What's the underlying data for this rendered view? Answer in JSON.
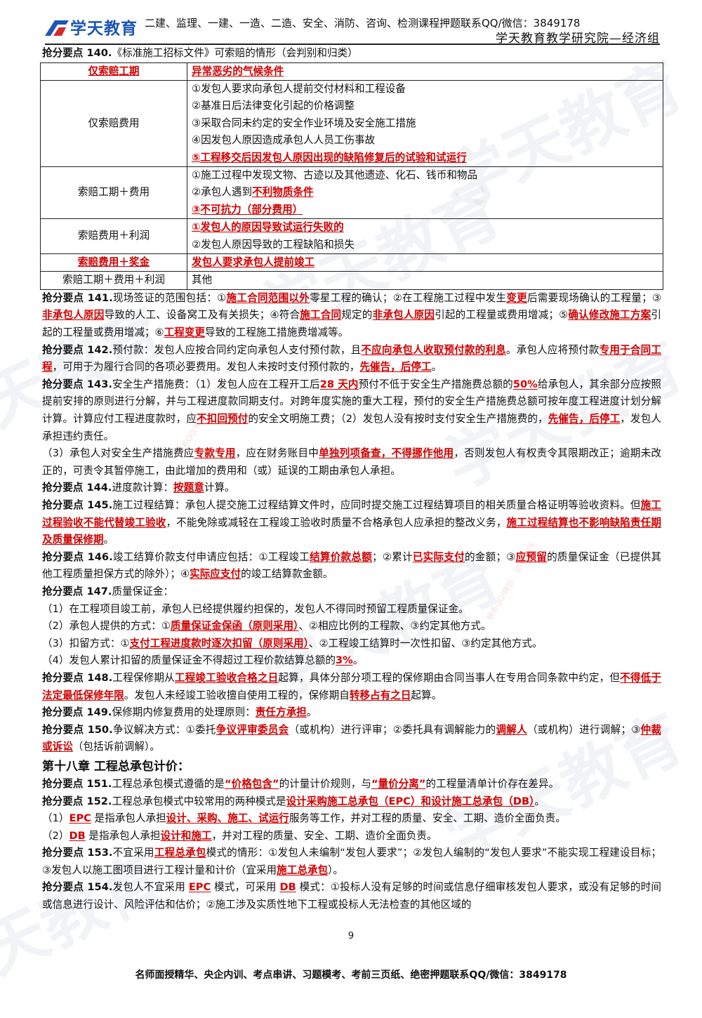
{
  "header": {
    "logo_text": "学天教育",
    "courses_line": "二建、监理、一建、一造、二造、安全、消防、咨询、检测课程押题联系QQ/微信：3849178",
    "org": "学天教育教学研究院—经济组"
  },
  "watermark": {
    "text": "学天教育",
    "contact": "联系QQ/微信：3849178"
  },
  "p140": {
    "kp": "抢分要点 140.",
    "text": "《标准施工招标文件》可索赔的情形（会判别和归类）"
  },
  "table": {
    "row1": {
      "category": "仅索赔工期",
      "content": "异常恶劣的气候条件"
    },
    "row2": {
      "category": "仅索赔费用",
      "line1": "①发包人要求向承包人提前交付材料和工程设备",
      "line2": "②基准日后法律变化引起的价格调整",
      "line3": "③采取合同未约定的安全作业环境及安全施工措施",
      "line4": "④因发包人原因造成承包人人员工伤事故",
      "line5_num": "⑤",
      "line5_hl": "工程移交后因发包人原因出现的缺陷修复后的试验和试运行"
    },
    "row3": {
      "category": "索赔工期＋费用",
      "line1": "①施工过程中发现文物、古迹以及其他遗迹、化石、钱币和物品",
      "line2_a": "②承包人遇到",
      "line2_hl": "不利物质条件",
      "line3_num": "③",
      "line3_hl": "不可抗力（部分费用）"
    },
    "row4": {
      "category": "索赔费用＋利润",
      "line1_num": "①",
      "line1_hl": "发包人的原因导致试运行失败的",
      "line2": "②发包人原因导致的工程缺陷和损失"
    },
    "row5": {
      "category": "索赔费用＋奖金",
      "content": "发包人要求承包人提前竣工"
    },
    "row6": {
      "category": "索赔工期＋费用＋利润",
      "content": "其他"
    }
  },
  "p141": {
    "kp": "抢分要点 141.",
    "t1": "现场签证的范围包括：①",
    "h1": "施工合同范围以外",
    "t2": "零星工程的确认；②在工程施工过程中发生",
    "h2": "变更",
    "t3": "后需要现场确认的工程量；③",
    "h3": "非承包人原因",
    "t4": "导致的人工、设备窝工及有关损失；④符合",
    "h4": "施工合同",
    "t5": "规定的",
    "h5": "非承包人原因",
    "t6": "引起的工程量或费用增减；⑤",
    "h6": "确认修改施工方案",
    "t7": "引起的工程量或费用增减；⑥",
    "h7": "工程变更",
    "t8": "导致的工程施工措施费增减等。"
  },
  "p142": {
    "kp": "抢分要点 142.",
    "t1": "预付款：发包人应按合同约定向承包人支付预付款，且",
    "h1": "不应向承包人收取预付款的利息",
    "t2": "。承包人应将预付款",
    "h2": "专用于合同工程",
    "t3": "，可用于为履行合同的各项必要费用。发包人未按时支付预付款的，",
    "h3": "先催告，后停工",
    "t4": "。"
  },
  "p143": {
    "kp": "抢分要点 143.",
    "t1": "安全生产措施费：（1）发包人应在工程开工后",
    "h1": "28 天内",
    "t2": "预付不低于安全生产措施费总额的",
    "h2": "50%",
    "t3": "给承包人，其余部分应按照提前安排的原则进行分解，并与工程进度款同期支付。对跨年度实施的重大工程，预付的安全生产措施费总额可按年度工程进度计划分解计算。计算应付工程进度款时，应",
    "h3": "不扣回预付",
    "t4": "的安全文明施工费；（2）发包人没有按时支付安全生产措施费的，",
    "h4": "先催告，后停工",
    "t5": "，发包人承担违约责任。",
    "s1": "（3）承包人对安全生产措施费应",
    "sh1": "专款专用",
    "s2": "，应在财务账目中",
    "sh2": "单独列项备查，不得挪作他用",
    "s3": "，否则发包人有权责令其限期改正；逾期未改正的，可责令其暂停施工，由此增加的费用和（或）延误的工期由承包人承担。"
  },
  "p144": {
    "kp": "抢分要点 144.",
    "t1": "进度款计算：",
    "h1": "按题意",
    "t2": "计算。"
  },
  "p145": {
    "kp": "抢分要点 145.",
    "t1": "施工过程结算：承包人提交施工过程结算文件时，应同时提交施工过程结算项目的相关质量合格证明等验收资料。但",
    "h1": "施工过程验收不能代替竣工验收",
    "t2": "，不能免除或减轻在工程竣工验收时质量不合格承包人应承担的整改义务，",
    "h2": "施工过程结算也不影响缺陷责任期及质量保修期",
    "t3": "。"
  },
  "p146": {
    "kp": "抢分要点 146.",
    "t1": "竣工结算价款支付申请应包括：①工程竣工",
    "h1": "结算价款总额",
    "t2": "；②累计",
    "h2": "已实际支付",
    "t3": "的金额；③",
    "h3": "应预留",
    "t4": "的质量保证金（已提供其他工程质量担保方式的除外）；④",
    "h4": "实际应支付",
    "t5": "的竣工结算款金额。"
  },
  "p147": {
    "kp": "抢分要点 147.",
    "t1": "质量保证金：",
    "s1": "（1）在工程项目竣工前，承包人已经提供履约担保的，发包人不得同时预留工程质量保证金。",
    "s2a": "（2）承包人提供的方式：①",
    "s2h": "质量保证金保函（原则采用）",
    "s2b": "、②相应比例的工程款、③约定其他方式。",
    "s3a": "（3）扣留方式：①",
    "s3h": "支付工程进度款时逐次扣留（原则采用）",
    "s3b": "、②工程竣工结算时一次性扣留、③约定其他方式。",
    "s4a": "（4）发包人累计扣留的质量保证金不得超过工程价款结算总额的",
    "s4h": "3%",
    "s4b": "。"
  },
  "p148": {
    "kp": "抢分要点 148.",
    "t1": "工程保修期从",
    "h1": "工程竣工验收合格之日",
    "t2": "起算，具体分部分项工程的保修期由合同当事人在专用合同条款中约定，但",
    "h2": "不得低于法定最低保修年限",
    "t3": "。发包人未经竣工验收擅自使用工程的，保修期自",
    "h3": "转移占有之日",
    "t4": "起算。"
  },
  "p149": {
    "kp": "抢分要点 149.",
    "t1": "保修期内修复费用的处理原则：",
    "h1": "责任方承担",
    "t2": "。"
  },
  "p150": {
    "kp": "抢分要点 150.",
    "t1": "争议解决方式：①委托",
    "h1": "争议评审委员会",
    "t2": "（或机构）进行评审；②委托具有调解能力的",
    "h2": "调解人",
    "t3": "（或机构）进行调解；③",
    "h3": "仲裁或诉讼",
    "t4": "（包括诉前调解）。"
  },
  "chapter": "第十八章 工程总承包计价：",
  "p151": {
    "kp": "抢分要点 151.",
    "t1": "工程总承包模式遵循的是",
    "h1": "“价格包含”",
    "t2": "的计量计价规则，与",
    "h2": "“量价分离”",
    "t3": "的工程量清单计价存在差异。"
  },
  "p152": {
    "kp": "抢分要点 152.",
    "t1": "工程总承包模式中较常用的两种模式是",
    "h1": "设计采购施工总承包（EPC）和设计施工总承包（DB）",
    "t2": "。",
    "s1a": "（1）",
    "s1h1": "EPC",
    "s1b": " 是指承包人承担",
    "s1h2": "设计、采购、施工、试运行",
    "s1c": "服务等工作，并对工程的质量、安全、工期、造价全面负责。",
    "s2a": "（2）",
    "s2h1": "DB",
    "s2b": " 是指承包人承担",
    "s2h2": "设计和施工",
    "s2c": "，并对工程的质量、安全、工期、造价全面负责。"
  },
  "p153": {
    "kp": "抢分要点 153.",
    "t1": "不宜采用",
    "h1": "工程总承包",
    "t2": "模式的情形：①发包人未编制“发包人要求”；②发包人编制的“发包人要求”不能实现工程建设目标；③发包人以施工图项目进行工程计量和计价（宜采用",
    "h2": "施工总承包",
    "t3": "）。"
  },
  "p154": {
    "kp": "抢分要点 154.",
    "t1": "发包人不宜采用 ",
    "h1": "EPC",
    "t2": " 模式，可采用 ",
    "h2": "DB",
    "t3": " 模式：①投标人没有足够的时间或信息仔细审核发包人要求，或没有足够的时间或信息进行设计、风险评估和估价；②施工涉及实质性地下工程或投标人无法检查的其他区域的"
  },
  "footer": {
    "page_number": "9",
    "promo": "名师面授精华、央企内训、考点串讲、习题模考、考前三页纸、绝密押题联系QQ/微信：3849178"
  }
}
